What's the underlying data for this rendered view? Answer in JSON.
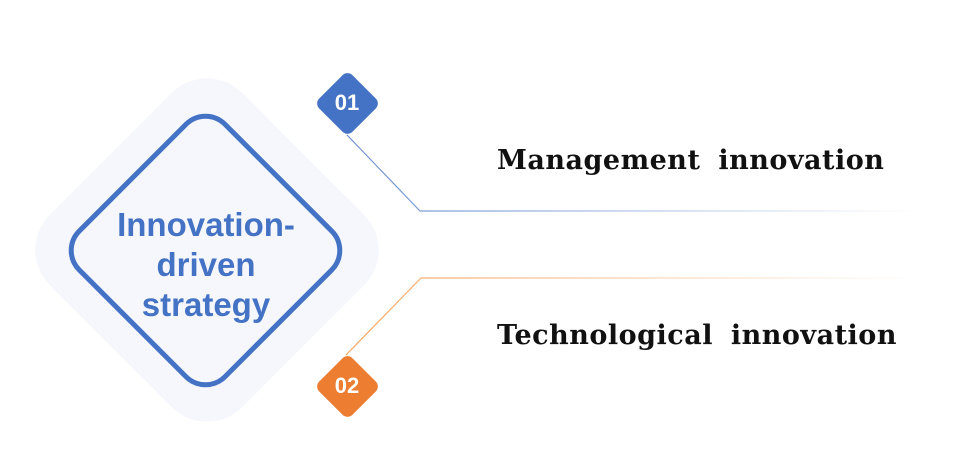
{
  "center": {
    "lines": [
      "Innovation-",
      "driven",
      "strategy"
    ]
  },
  "items": [
    {
      "number": "01",
      "label": "Management innovation"
    },
    {
      "number": "02",
      "label": "Technological innovation"
    }
  ],
  "colors": {
    "blue": "#4472c4",
    "orange": "#ed7d31",
    "background_diamond": "#f5f7fc"
  }
}
